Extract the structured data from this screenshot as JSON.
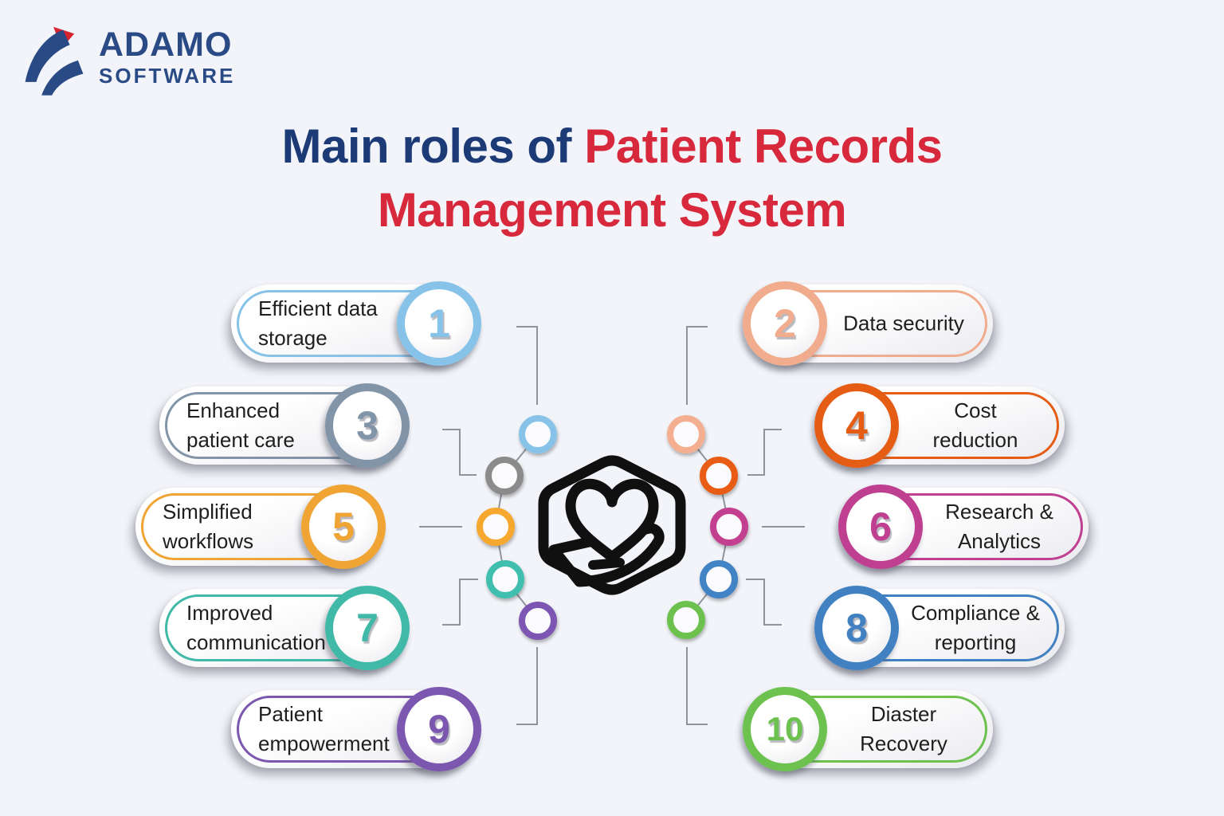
{
  "brand": {
    "name_line1": "ADAMO",
    "name_line2": "SOFTWARE",
    "navy": "#2a4a86",
    "red": "#d6242e"
  },
  "title": {
    "prefix": "Main roles of ",
    "highlight_line1": "Patient Records",
    "highlight_line2": "Management System",
    "prefix_color": "#1c3b76",
    "highlight_color": "#d7293b"
  },
  "pills": [
    {
      "number": "1",
      "line1": "Efficient data",
      "line2": "storage",
      "color": "#87c3e8",
      "side": "left"
    },
    {
      "number": "2",
      "line1": "Data security",
      "line2": "",
      "color": "#f0ac8d",
      "side": "right"
    },
    {
      "number": "3",
      "line1": "Enhanced",
      "line2": "patient care",
      "color": "#8294a8",
      "side": "left"
    },
    {
      "number": "4",
      "line1": "Cost",
      "line2": "reduction",
      "color": "#e55d15",
      "side": "right"
    },
    {
      "number": "5",
      "line1": "Simplified",
      "line2": "workflows",
      "color": "#f0a433",
      "side": "left"
    },
    {
      "number": "6",
      "line1": "Research &",
      "line2": "Analytics",
      "color": "#bf3f90",
      "side": "right"
    },
    {
      "number": "7",
      "line1": "Improved",
      "line2": "communication",
      "color": "#41b9a8",
      "side": "left"
    },
    {
      "number": "8",
      "line1": "Compliance &",
      "line2": "reporting",
      "color": "#4181c2",
      "side": "right"
    },
    {
      "number": "9",
      "line1": "Patient",
      "line2": "empowerment",
      "color": "#7c57b0",
      "side": "left"
    },
    {
      "number": "10",
      "line1": "Diaster",
      "line2": "Recovery",
      "color": "#6cc14f",
      "side": "right"
    }
  ],
  "center_nodes": {
    "left": [
      "#87c3e8",
      "#8b8b8b",
      "#f5a72e",
      "#41bfae",
      "#7c57b2"
    ],
    "right": [
      "#f4ae90",
      "#e85c12",
      "#c2418f",
      "#4283c6",
      "#6cc14f"
    ]
  },
  "icon": {
    "name": "heart-in-hand-hexagon",
    "stroke": "#101010"
  },
  "connector_color": "#8f939c",
  "background": "#f2f4f9"
}
